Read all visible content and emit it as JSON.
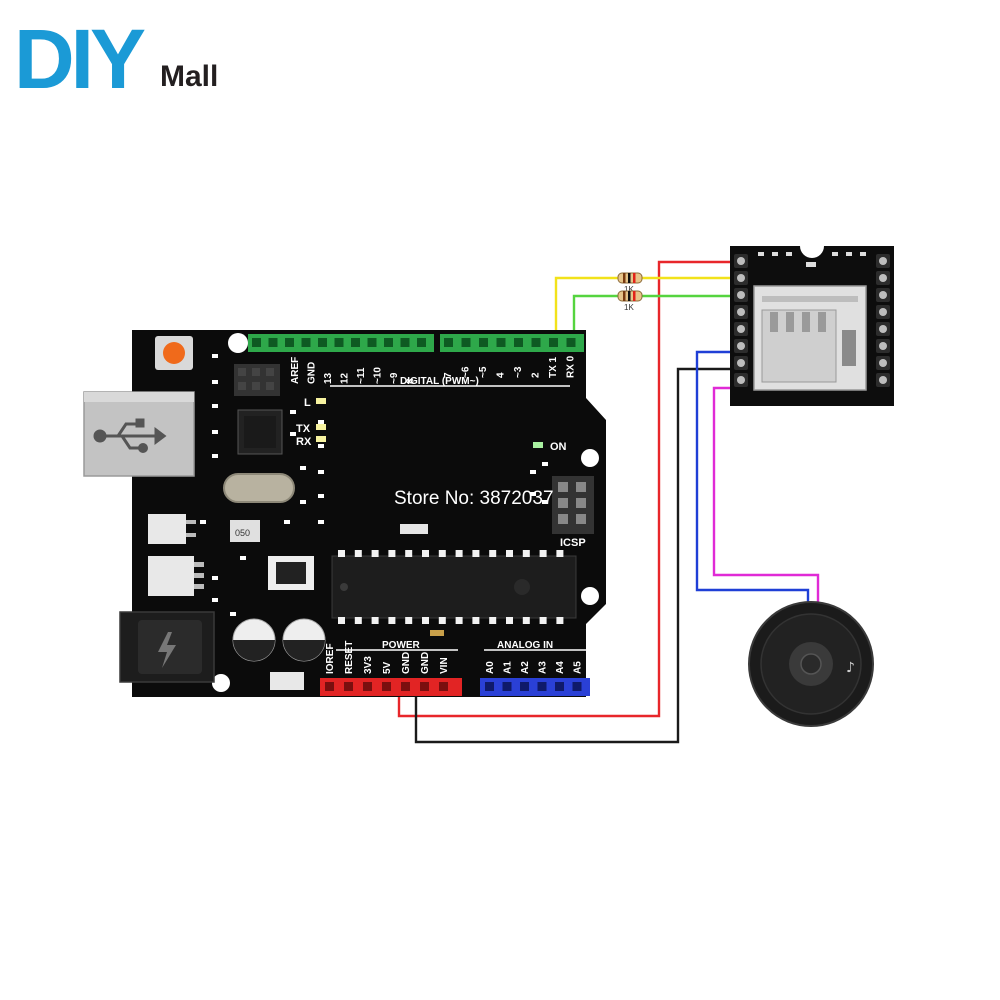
{
  "brand": {
    "logo_text": "DIY",
    "logo_suffix": "Mall",
    "colors": {
      "blue": "#1b9ad6",
      "dark": "#231f20"
    }
  },
  "watermark": "Store No: 3872037",
  "arduino": {
    "digital_header_label": "DIGITAL (PWM~)",
    "digital_pins_left": [
      "AREF",
      "GND",
      "13",
      "12",
      "~11",
      "~10",
      "~9",
      "8"
    ],
    "digital_pins_right": [
      "7",
      "~6",
      "~5",
      "4",
      "~3",
      "2",
      "TX 1",
      "RX 0"
    ],
    "led_labels": [
      "L",
      "TX",
      "RX"
    ],
    "on_label": "ON",
    "icsp_label": "ICSP",
    "power_label": "POWER",
    "power_pins": [
      "IOREF",
      "RESET",
      "3V3",
      "5V",
      "GND",
      "GND",
      "VIN"
    ],
    "analog_label": "ANALOG IN",
    "analog_pins": [
      "A0",
      "A1",
      "A2",
      "A3",
      "A4",
      "A5"
    ],
    "chip_marking": "050",
    "usb_icon": "usb-icon",
    "power_jack_icon": "lightning-icon"
  },
  "resistors": [
    {
      "label": "1K"
    },
    {
      "label": "1K"
    }
  ],
  "speaker": {
    "icon": "music-note-icon"
  },
  "wire_colors": {
    "red": "#e8262a",
    "black": "#1a1a1a",
    "yellow": "#f2e21a",
    "green": "#55d43f",
    "blue": "#1f3fd6",
    "magenta": "#e02ad6"
  },
  "header_colors": {
    "digital": "#2ea84a",
    "power": "#e22424",
    "analog": "#2a40d6"
  }
}
